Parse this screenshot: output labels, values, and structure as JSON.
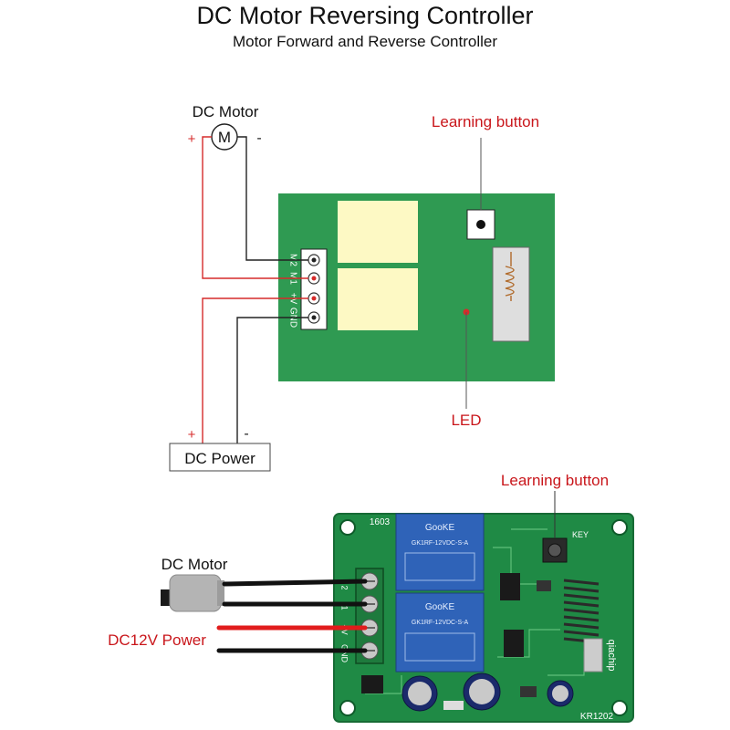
{
  "header": {
    "title": "DC Motor Reversing Controller",
    "subtitle": "Motor Forward and Reverse Controller"
  },
  "schematic": {
    "motor_label": "DC Motor",
    "motor_symbol": "M",
    "plus_sign": "+",
    "minus_sign": "-",
    "power_label": "DC Power",
    "learning_button_label": "Learning button",
    "led_label": "LED",
    "terminals": [
      "M2",
      "M1",
      "+V",
      "GND"
    ]
  },
  "photo": {
    "learning_button_label": "Learning button",
    "motor_label": "DC Motor",
    "power_label": "DC12V Power",
    "board_code": "1603",
    "key_text": "KEY",
    "brand_text": "qiachip",
    "model_text": "KR1202",
    "relay_brand": "GooKE",
    "relay_model": "GK1RF-12VDC-S-A",
    "terminal_labels": [
      "2",
      "1",
      "+V",
      "GND"
    ]
  },
  "colors": {
    "board_green": "#2f9a52",
    "relay_pad": "#fdf9c4",
    "wire_red": "#d62b2b",
    "label_red": "#c9161b",
    "relay_blue": "#2f63b8",
    "photo_board": "#1f8a45"
  }
}
